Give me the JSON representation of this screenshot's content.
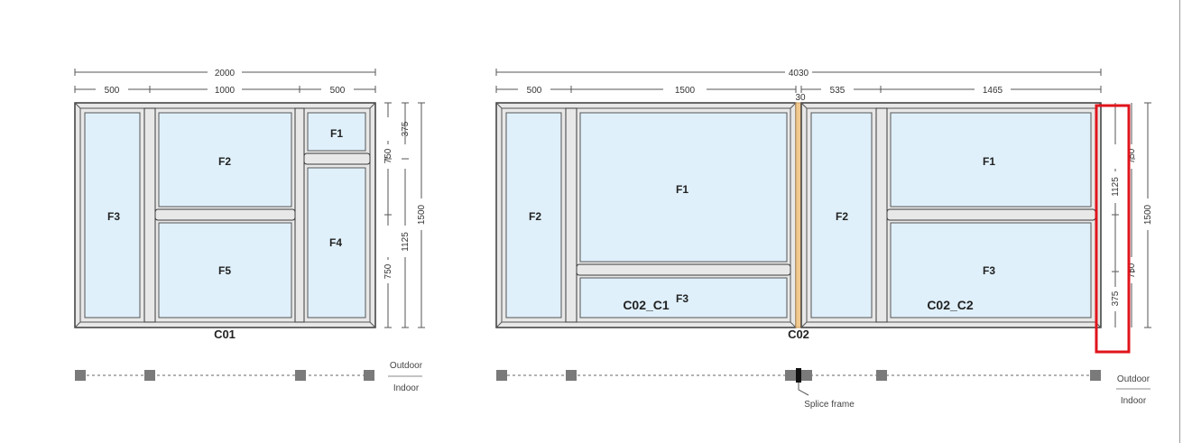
{
  "c01": {
    "name": "C01",
    "overall_width": "2000",
    "widths": [
      "500",
      "1000",
      "500"
    ],
    "right_heights": [
      "375",
      "750",
      "1125",
      "750"
    ],
    "overall_height": "1500",
    "panes": [
      "F1",
      "F2",
      "F3",
      "F4",
      "F5"
    ],
    "legend": {
      "outdoor": "Outdoor",
      "indoor": "Indoor"
    }
  },
  "c02": {
    "name": "C02",
    "overall_width": "4030",
    "widths_left": [
      "500",
      "1500"
    ],
    "splice_width": "30",
    "widths_right": [
      "535",
      "1465"
    ],
    "sub_c1": "C02_C1",
    "sub_c2": "C02_C2",
    "c1_panes": [
      "F1",
      "F2",
      "F3"
    ],
    "c2_panes": [
      "F1",
      "F2",
      "F3"
    ],
    "right_heights": [
      "750",
      "1125",
      "750",
      "375"
    ],
    "overall_height": "1500",
    "splice_label": "Splice frame",
    "legend": {
      "outdoor": "Outdoor",
      "indoor": "Indoor"
    }
  },
  "colors": {
    "frame_fill": "#e8e8e8",
    "frame_stroke": "#3a3a3a",
    "glass": "#dff0fb",
    "splice": "#f0c890",
    "highlight": "#e0141c",
    "dim": "#555555",
    "handle": "#7a7a7a"
  }
}
